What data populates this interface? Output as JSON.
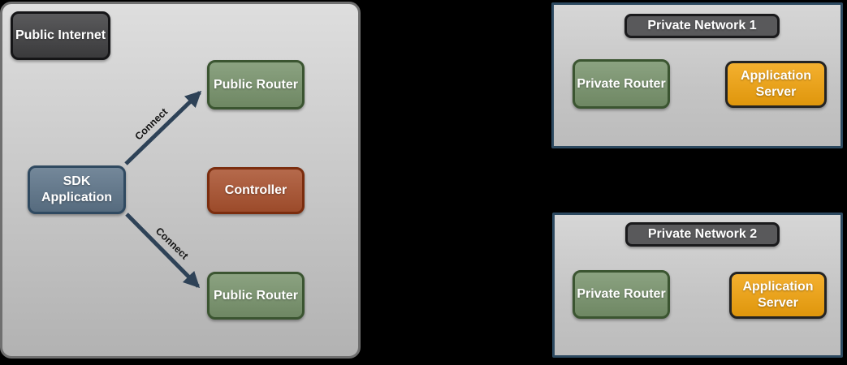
{
  "zones": {
    "public_internet": {
      "label": "Public Internet",
      "nodes": {
        "public_router_top": {
          "label": "Public Router"
        },
        "sdk_application": {
          "label": "SDK Application"
        },
        "controller": {
          "label": "Controller"
        },
        "public_router_bottom": {
          "label": "Public Router"
        }
      },
      "connections": [
        {
          "label": "Connect",
          "from": "sdk_application",
          "to": "public_router_top"
        },
        {
          "label": "Connect",
          "from": "sdk_application",
          "to": "public_router_bottom"
        }
      ]
    },
    "private_network_1": {
      "title": "Private Network 1",
      "nodes": {
        "private_router": {
          "label": "Private Router"
        },
        "application_server": {
          "label": "Application Server"
        }
      }
    },
    "private_network_2": {
      "title": "Private Network 2",
      "nodes": {
        "private_router": {
          "label": "Private Router"
        },
        "application_server": {
          "label": "Application Server"
        }
      }
    }
  },
  "colors": {
    "background": "#000000",
    "public_zone_border": "#6f6f6f",
    "private_zone_border": "#2c4960",
    "dark_label_fill": "#3f3f41",
    "network_title_fill": "#59595b",
    "router_green": "#78936c",
    "router_green_border": "#3b5531",
    "sdk_slate": "#5d7489",
    "sdk_slate_border": "#304a61",
    "controller_rust": "#a9512e",
    "controller_rust_border": "#7b2d0e",
    "server_orange": "#f2a30d",
    "server_orange_border": "#242424",
    "arrow_color": "#2e4257"
  }
}
